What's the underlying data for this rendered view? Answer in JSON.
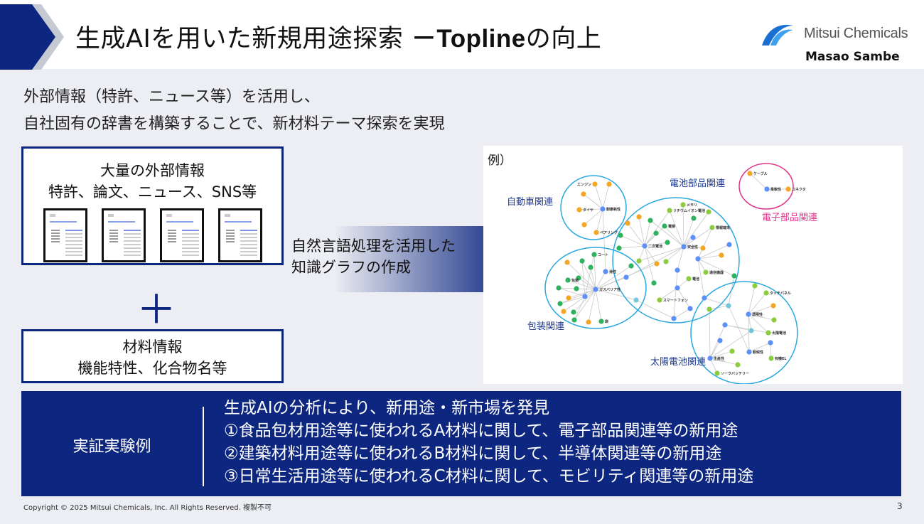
{
  "header": {
    "title_main": "生成AIを用いた新規用途探索 ",
    "title_bold": "－Topline",
    "title_tail": "の向上",
    "brand": "Mitsui Chemicals",
    "presenter": "Masao Sambe"
  },
  "intro": {
    "line1": "外部情報（特許、ニュース等）を活用し、",
    "line2": "自社固有の辞書を構築することで、新材料テーマ探索を実現"
  },
  "external_box": {
    "line1": "大量の外部情報",
    "line2": "特許、論文、ニュース、SNS等"
  },
  "material_box": {
    "line1": "材料情報",
    "line2": "機能特性、化合物名等"
  },
  "plus": "＋",
  "process_arrow": {
    "line1": "自然言語処理を活用した",
    "line2": "知識グラフの作成"
  },
  "graph": {
    "example_label": "例）",
    "clusters": {
      "auto": "自動車関連",
      "battery": "電池部品関連",
      "electronics": "電子部品関連",
      "packaging": "包装関連",
      "solar": "太陽電池関連"
    },
    "nodes": {
      "engine": "エンジン",
      "tire": "タイヤ",
      "wear": "耐摩耗性",
      "bearing": "ベアリング",
      "cable": "ケーブル",
      "connector": "コネクタ",
      "flex": "柔軟性",
      "liion": "リチウムイオン電池",
      "memory": "メモリ",
      "electrode": "電極",
      "terminal": "情報端末",
      "secondary": "二次電池",
      "safety": "安全性",
      "comm": "通信機器",
      "battery": "電池",
      "smartphone": "スマートフォン",
      "coat": "コート",
      "slip": "滑性",
      "pack": "包装",
      "barrier": "ガスバリア性",
      "bag": "袋",
      "touch": "タッチパネル",
      "transparency": "透明性",
      "solarcell": "太陽電池",
      "oled": "有機EL",
      "weather": "耐候性",
      "productivity": "生産性",
      "solarbattery": "ソーラバッテリー"
    },
    "colors": {
      "blue": "#5b8ff9",
      "orange": "#f5a623",
      "green": "#2db35d",
      "lime": "#8dcc3d",
      "cyan": "#72c9d9",
      "ring": "#29a8e0",
      "pink": "#e0358a",
      "navy": "#1f3a93"
    }
  },
  "results": {
    "label": "実証実験例",
    "lines": [
      "生成AIの分析により、新用途・新市場を発見",
      "①食品包材用途等に使われるA材料に関して、電子部品関連等の新用途",
      "②建築材料用途等に使われるB材料に関して、半導体関連等の新用途",
      "③日常生活用途等に使われるC材料に関して、モビリティ関連等の新用途"
    ]
  },
  "footer": {
    "copyright": "Copyright © 2025 Mitsui Chemicals, Inc. All Rights Reserved. 複製不可",
    "page": "3"
  }
}
